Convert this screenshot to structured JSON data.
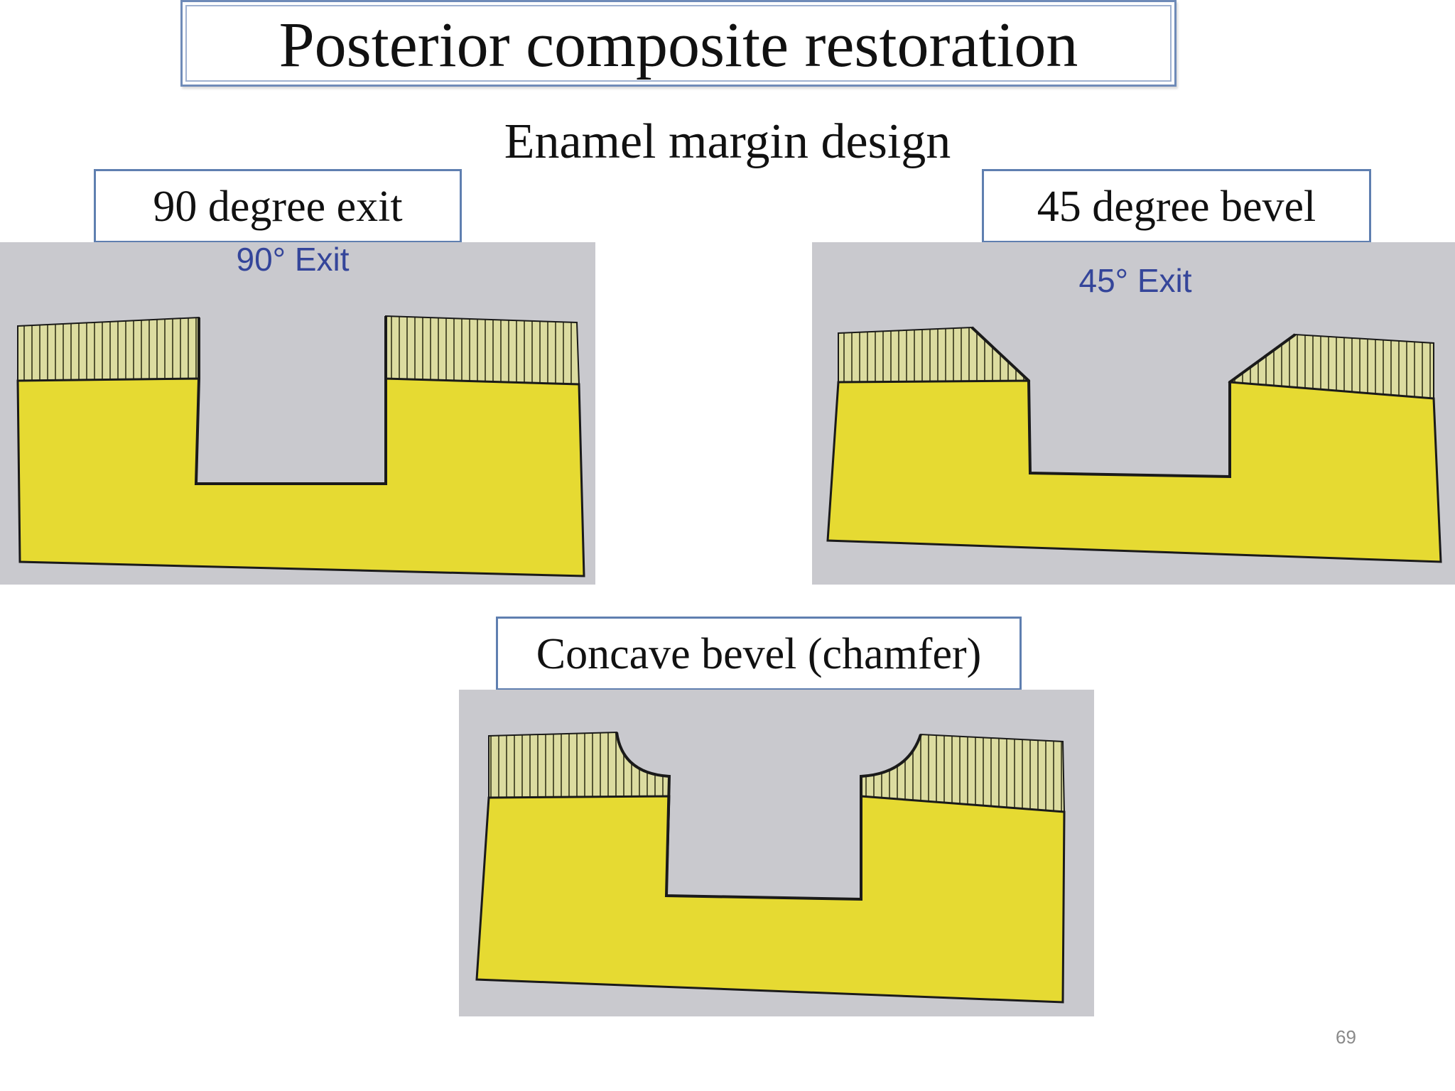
{
  "slide": {
    "title": "Posterior composite restoration",
    "subtitle": "Enamel margin design",
    "page_number": "69"
  },
  "colors": {
    "dentin": "#e6da32",
    "enamel": "#dcdca0",
    "cavity": "#d4d4d8",
    "panel_bg": "#c9c9ce",
    "outline": "#1a1a1a",
    "caption_text": "#34459a",
    "box_border": "#5f7fb0"
  },
  "panels": {
    "exit90": {
      "label": "90 degree exit",
      "caption": "90° Exit",
      "design": "90-degree-exit"
    },
    "bevel45": {
      "label": "45 degree bevel",
      "caption": "45° Exit",
      "design": "45-degree-bevel"
    },
    "chamfer": {
      "label": "Concave bevel (chamfer)",
      "caption": "",
      "design": "concave-bevel"
    }
  }
}
